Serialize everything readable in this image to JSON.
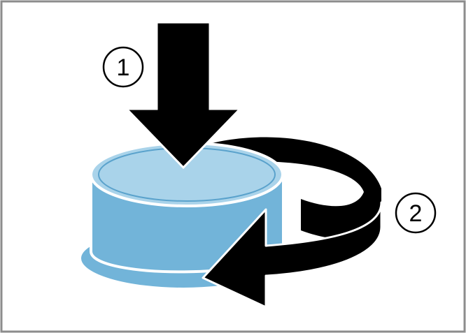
{
  "steps": [
    {
      "number": "1",
      "action": "press-down"
    },
    {
      "number": "2",
      "action": "rotate"
    }
  ],
  "colors": {
    "frame": "#8c8c8c",
    "cap_side": "#72b4d9",
    "cap_top": "#a9d3ea",
    "cap_outline": "#ffffff",
    "arrow": "#000000",
    "background": "#ffffff"
  },
  "icons": [
    "down-arrow-icon",
    "rotate-arrow-icon"
  ]
}
